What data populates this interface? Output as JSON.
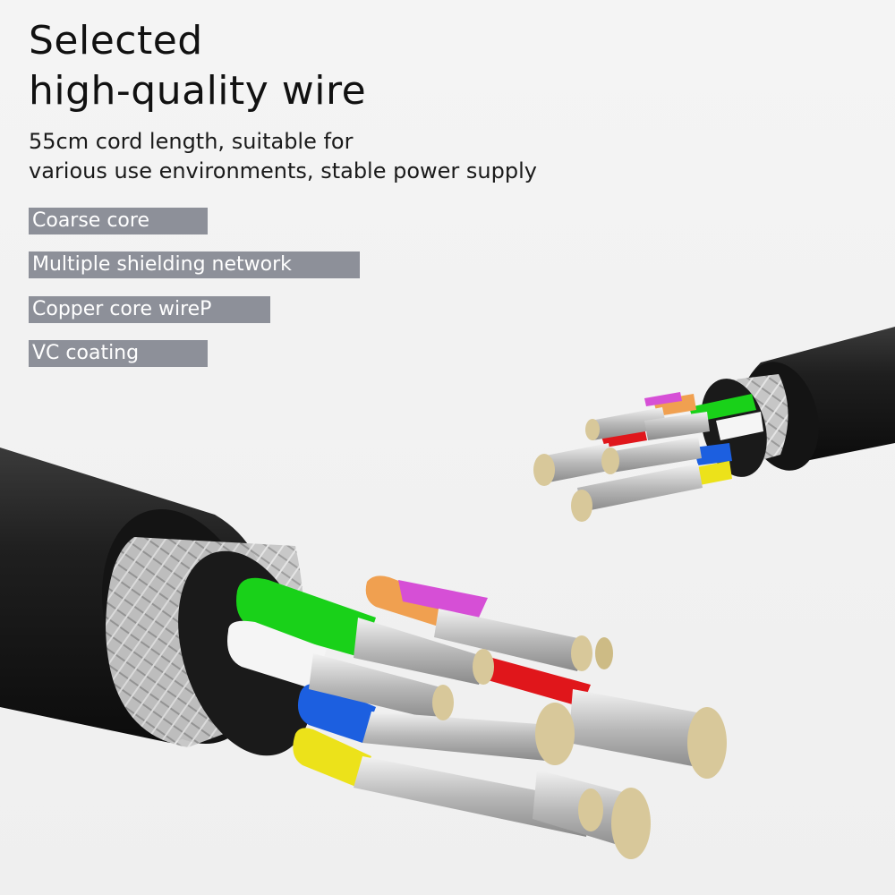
{
  "headline": {
    "line1": "Selected",
    "line2": "high-quality wire"
  },
  "description": {
    "line1": "55cm cord length, suitable for",
    "line2": "various use environments, stable power supply"
  },
  "features": [
    "Coarse core",
    "Multiple shielding network",
    "Copper core wireP",
    "VC coating"
  ],
  "colors": {
    "tag_background": "#8d9099",
    "jacket": "#1b1b1b",
    "shield": "#c9c9c9",
    "copper": "#d8c89a",
    "wire_green": "#19d119",
    "wire_white": "#f5f5f5",
    "wire_blue": "#1c5fe0",
    "wire_yellow": "#ece21a",
    "wire_orange": "#f0a050",
    "wire_purple": "#d64fd6",
    "wire_red": "#e0161b",
    "wire_black": "#151515"
  }
}
